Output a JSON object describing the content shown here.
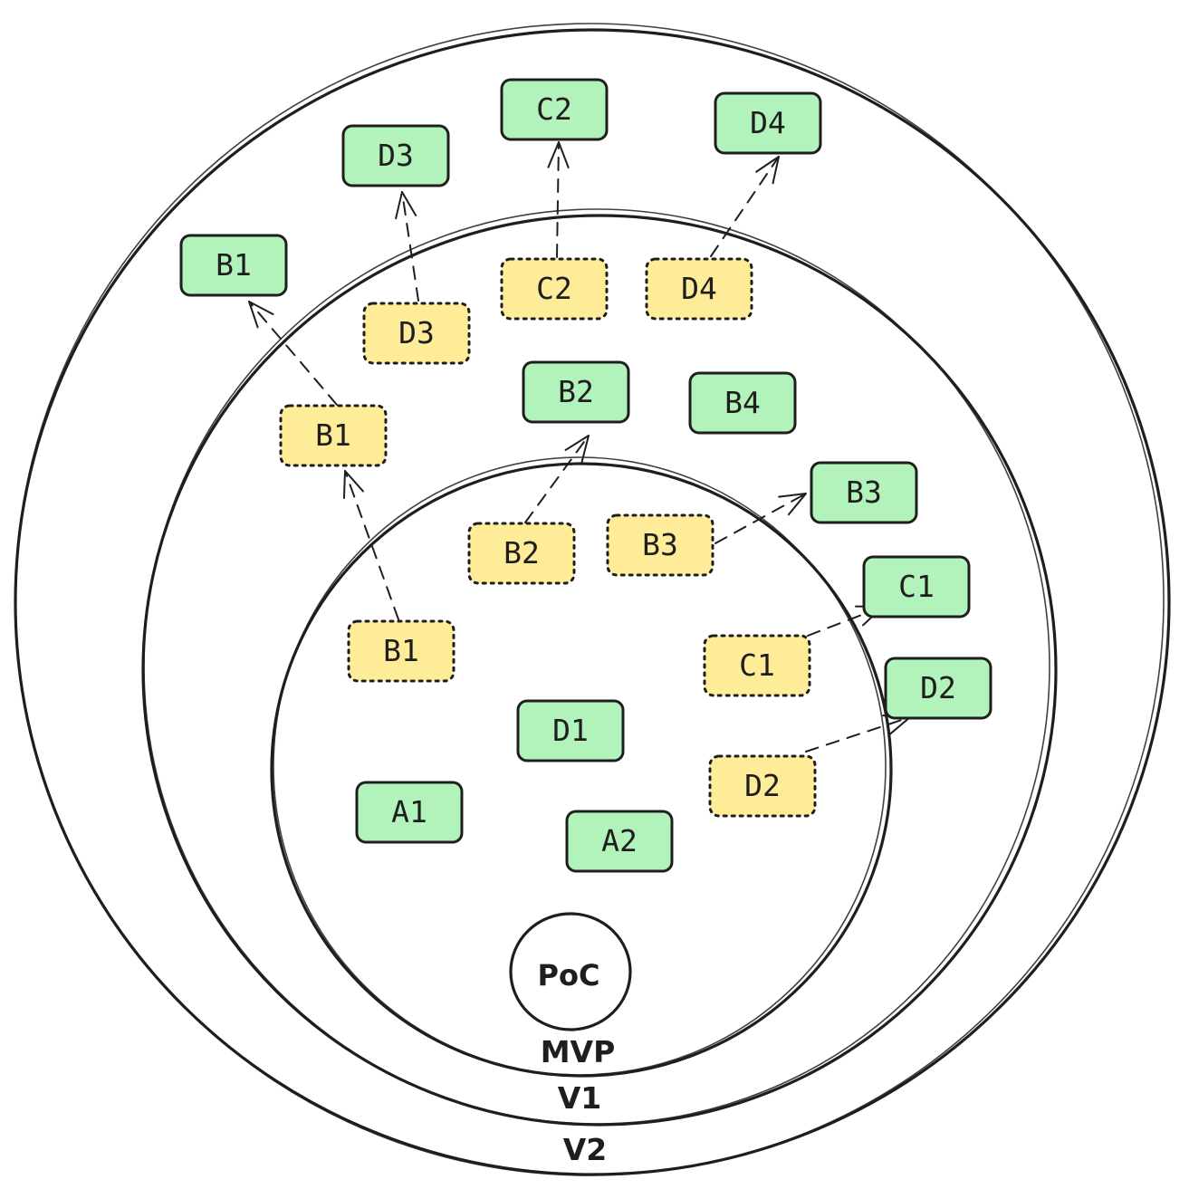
{
  "rings": [
    {
      "id": "mvp",
      "label": "MVP"
    },
    {
      "id": "v1",
      "label": "V1"
    },
    {
      "id": "v2",
      "label": "V2"
    }
  ],
  "poc": {
    "label": "PoC"
  },
  "legend_colors": {
    "done": "#b2f2bb",
    "in_progress": "#ffec99",
    "stroke": "#1e1e1e"
  },
  "items": [
    {
      "id": "mvp-a1",
      "label": "A1",
      "ring": "MVP",
      "status": "done"
    },
    {
      "id": "mvp-a2",
      "label": "A2",
      "ring": "MVP",
      "status": "done"
    },
    {
      "id": "mvp-d1",
      "label": "D1",
      "ring": "MVP",
      "status": "done"
    },
    {
      "id": "mvp-b1",
      "label": "B1",
      "ring": "MVP",
      "status": "in_progress"
    },
    {
      "id": "mvp-b2",
      "label": "B2",
      "ring": "MVP",
      "status": "in_progress"
    },
    {
      "id": "mvp-b3",
      "label": "B3",
      "ring": "MVP",
      "status": "in_progress"
    },
    {
      "id": "mvp-c1",
      "label": "C1",
      "ring": "MVP",
      "status": "in_progress"
    },
    {
      "id": "mvp-d2",
      "label": "D2",
      "ring": "MVP",
      "status": "in_progress"
    },
    {
      "id": "v1-b2",
      "label": "B2",
      "ring": "V1",
      "status": "done"
    },
    {
      "id": "v1-b4",
      "label": "B4",
      "ring": "V1",
      "status": "done"
    },
    {
      "id": "v1-b3",
      "label": "B3",
      "ring": "V1",
      "status": "done"
    },
    {
      "id": "v1-c1",
      "label": "C1",
      "ring": "V1",
      "status": "done"
    },
    {
      "id": "v1-d2",
      "label": "D2",
      "ring": "V1",
      "status": "done"
    },
    {
      "id": "v1-b1",
      "label": "B1",
      "ring": "V1",
      "status": "in_progress"
    },
    {
      "id": "v1-d3",
      "label": "D3",
      "ring": "V1",
      "status": "in_progress"
    },
    {
      "id": "v1-c2",
      "label": "C2",
      "ring": "V1",
      "status": "in_progress"
    },
    {
      "id": "v1-d4",
      "label": "D4",
      "ring": "V1",
      "status": "in_progress"
    },
    {
      "id": "v2-b1",
      "label": "B1",
      "ring": "V2",
      "status": "done"
    },
    {
      "id": "v2-d3",
      "label": "D3",
      "ring": "V2",
      "status": "done"
    },
    {
      "id": "v2-c2",
      "label": "C2",
      "ring": "V2",
      "status": "done"
    },
    {
      "id": "v2-d4",
      "label": "D4",
      "ring": "V2",
      "status": "done"
    }
  ],
  "arrows": [
    {
      "from": "mvp-b1",
      "to": "v1-b1"
    },
    {
      "from": "mvp-b2",
      "to": "v1-b2"
    },
    {
      "from": "mvp-b3",
      "to": "v1-b3"
    },
    {
      "from": "mvp-c1",
      "to": "v1-c1"
    },
    {
      "from": "mvp-d2",
      "to": "v1-d2"
    },
    {
      "from": "v1-b1",
      "to": "v2-b1"
    },
    {
      "from": "v1-d3",
      "to": "v2-d3"
    },
    {
      "from": "v1-c2",
      "to": "v2-c2"
    },
    {
      "from": "v1-d4",
      "to": "v2-d4"
    }
  ]
}
